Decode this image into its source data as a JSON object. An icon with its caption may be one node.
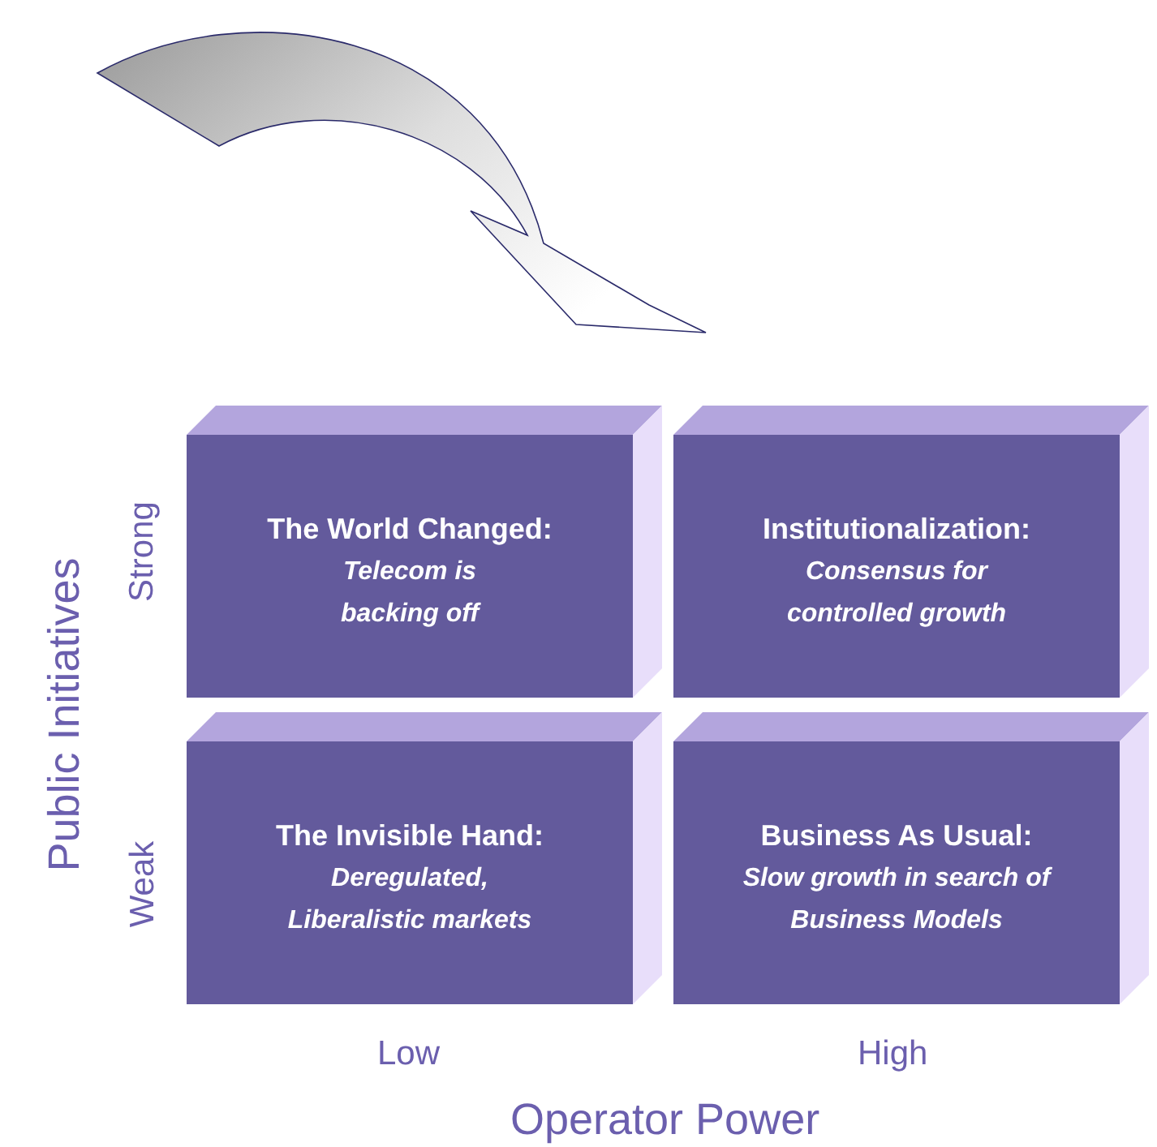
{
  "diagram": {
    "nodes": [
      {
        "text": [
          "The World Changed:",
          "Telecom is backing off"
        ]
      },
      {
        "text": [
          "Institutionalization:",
          "Consensus for controlled growth"
        ]
      },
      {
        "text": [
          "The Invisible Hand:",
          "Deregulated, Liberalistic markets"
        ]
      },
      {
        "text": [
          "Business As Usual:",
          "Slow growth in search of Business Models"
        ]
      }
    ],
    "labels": [
      "Public Initiatives",
      "Strong",
      "Weak",
      "Low",
      "High",
      "Operator Power"
    ]
  }
}
